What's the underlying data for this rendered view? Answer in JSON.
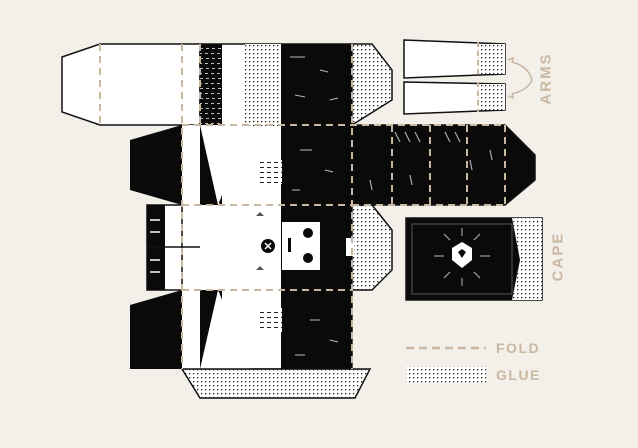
{
  "labels": {
    "arms": "ARMS",
    "cape": "CAPE"
  },
  "legend": {
    "fold": "FOLD",
    "glue": "GLUE"
  },
  "colors": {
    "background": "#f3efe9",
    "ink": "#0a0a0a",
    "paper": "#ffffff",
    "accent": "#c9b7a2",
    "fold_line": "#c9b7a2"
  },
  "icons": {
    "emblem": "shield-emblem-icon",
    "close": "x-circle-icon",
    "curved_arrows": "curved-arrow-icon"
  }
}
